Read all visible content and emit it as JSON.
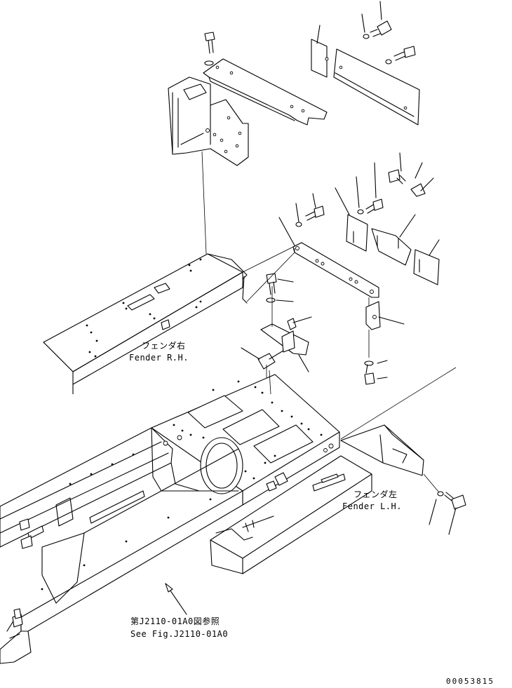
{
  "labels": {
    "fender_rh_jp": "フェンダ右",
    "fender_rh_en": "Fender R.H.",
    "fender_lh_jp": "フェンダ左",
    "fender_lh_en": "Fender L.H.",
    "see_fig_jp": "第J2110-01A0図参照",
    "see_fig_en": "See Fig.J2110-01A0",
    "drawing_code": "00053815"
  },
  "parts": [
    "bolt",
    "washer",
    "bracket",
    "plate",
    "cover",
    "stay",
    "clip",
    "switch",
    "fender-right",
    "fender-left",
    "frame"
  ]
}
